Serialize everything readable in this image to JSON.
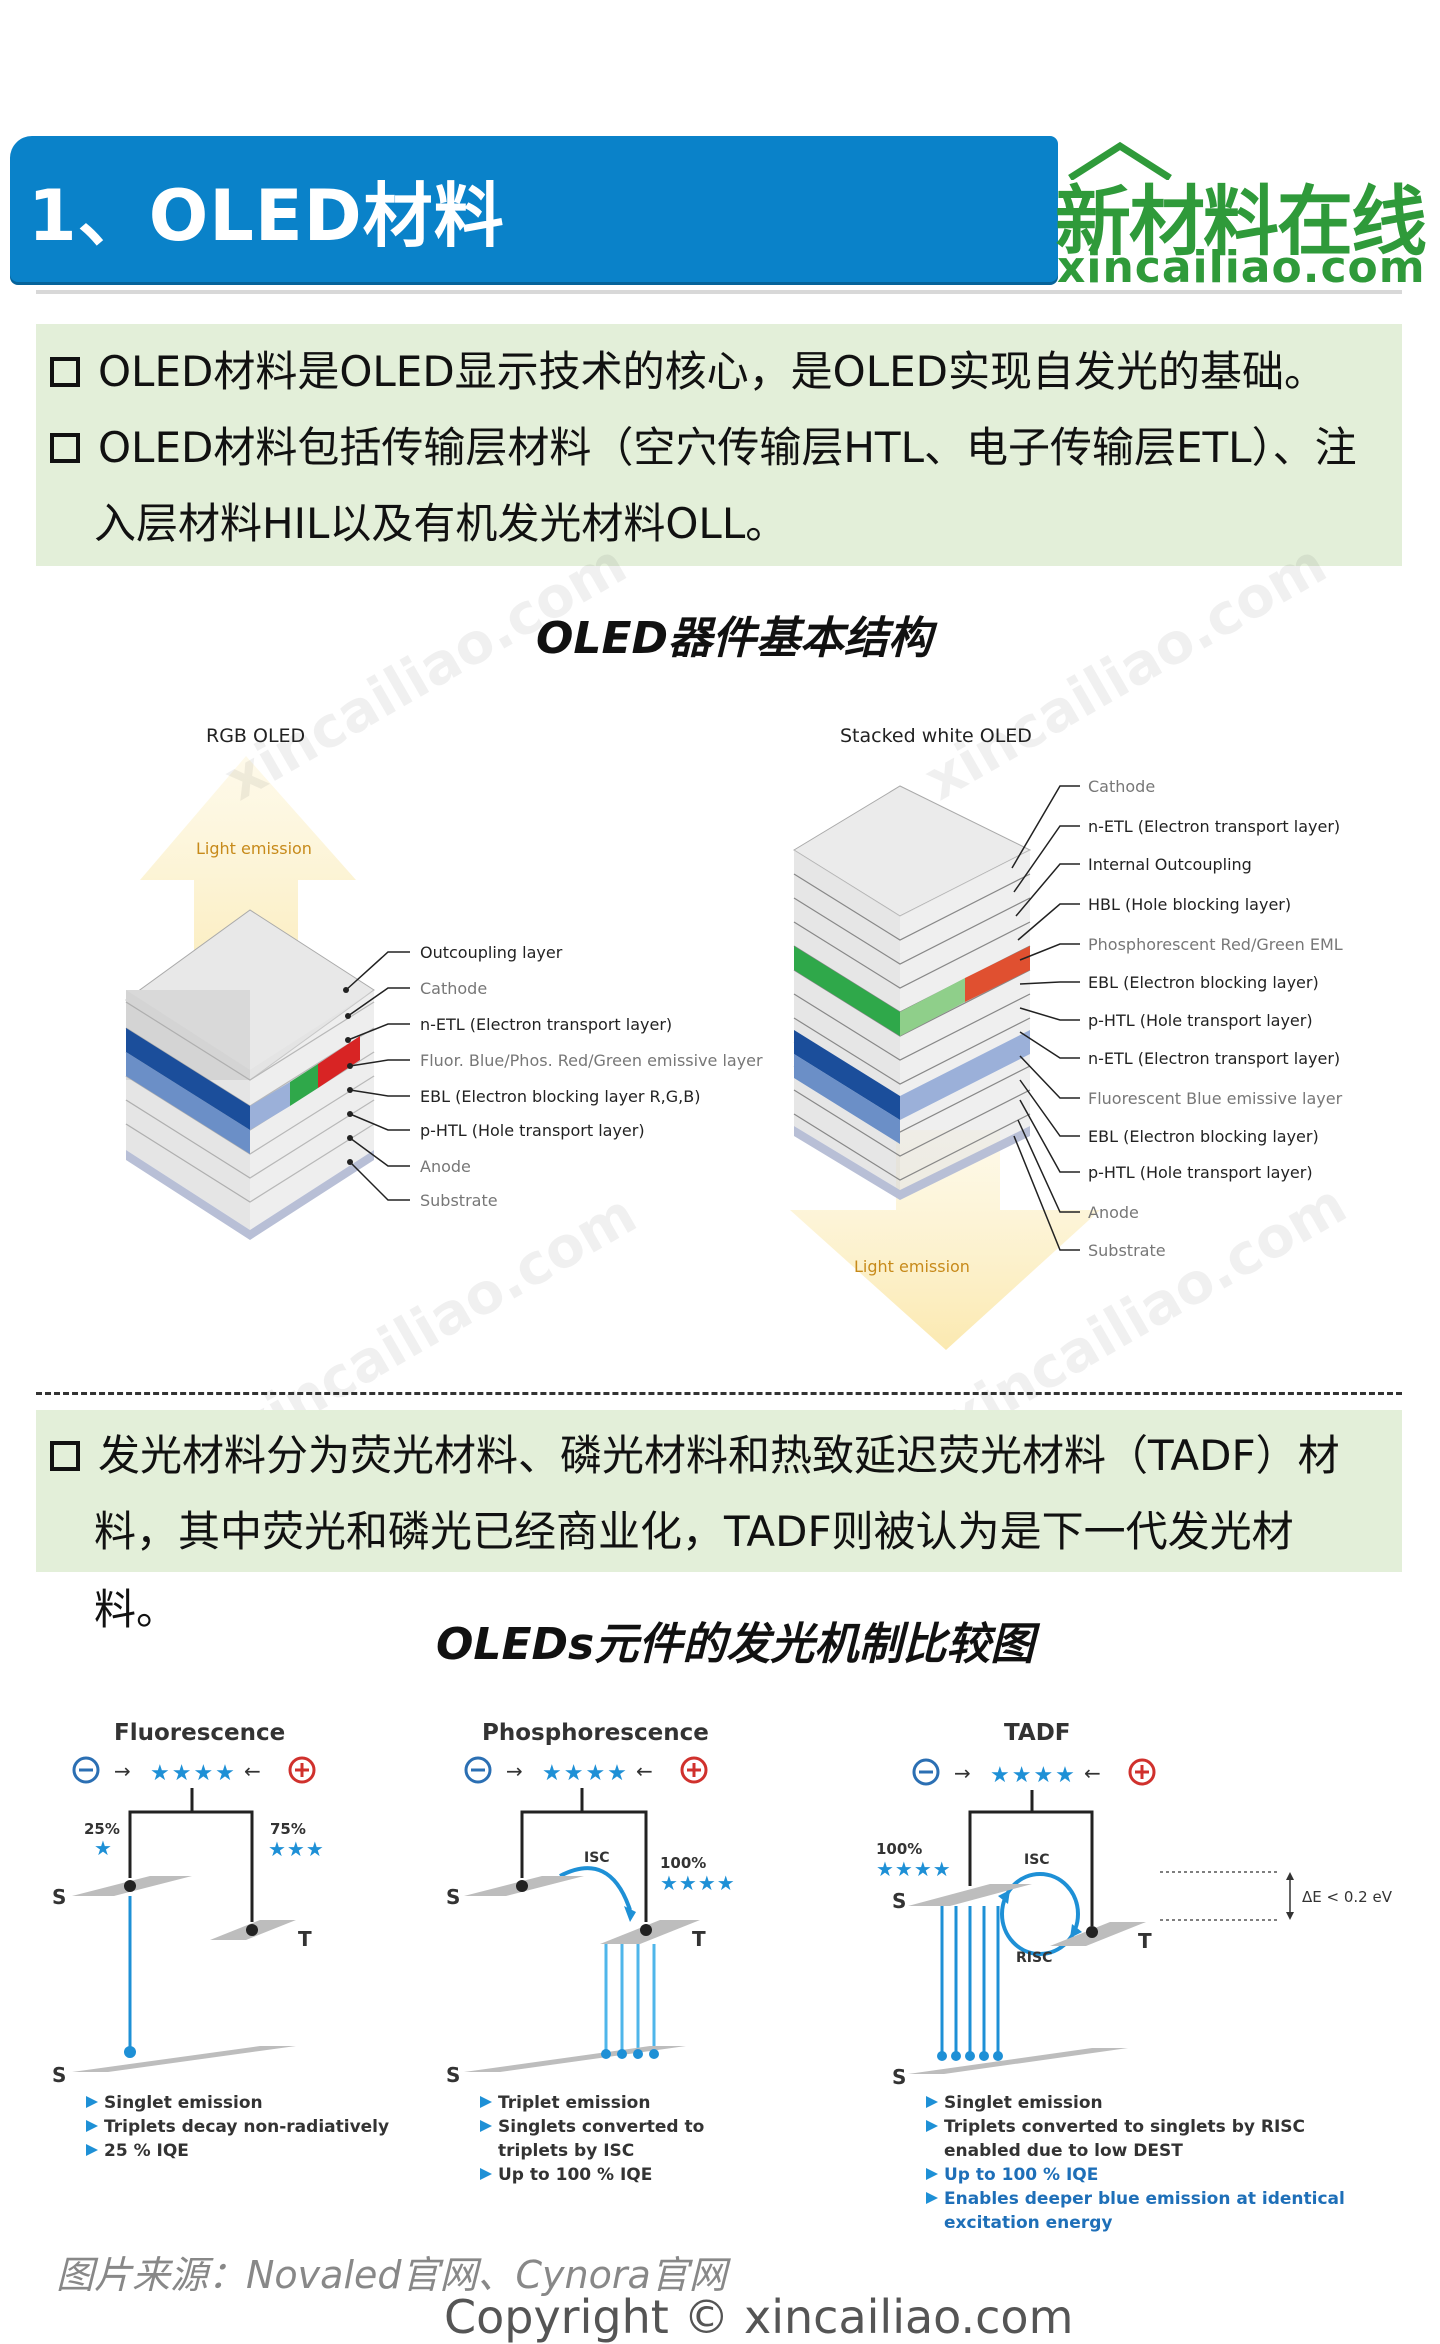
{
  "header": {
    "title": "1、OLED材料",
    "logo_cn": "新材料在线",
    "logo_en": "xincailiao.com"
  },
  "intro_bullets": [
    "OLED材料是OLED显示技术的核心，是OLED实现自发光的基础。",
    "OLED材料包括传输层材料（空穴传输层HTL、电子传输层ETL）、注",
    "入层材料HIL以及有机发光材料OLL。"
  ],
  "structure_section": {
    "title": "OLED器件基本结构",
    "rgb": {
      "title": "RGB OLED",
      "emission": "Light emission",
      "layers": [
        "Outcoupling layer",
        "Cathode",
        "n-ETL (Electron transport layer)",
        "Fluor. Blue/Phos. Red/Green emissive layer",
        "EBL (Electron blocking layer R,G,B)",
        "p-HTL (Hole transport layer)",
        "Anode",
        "Substrate"
      ]
    },
    "white": {
      "title": "Stacked white OLED",
      "emission": "Light emission",
      "layers": [
        "Cathode",
        "n-ETL (Electron transport layer)",
        "Internal Outcoupling",
        "HBL (Hole blocking layer)",
        "Phosphorescent Red/Green EML",
        "EBL (Electron blocking layer)",
        "p-HTL (Hole transport layer)",
        "n-ETL (Electron transport layer)",
        "Fluorescent Blue emissive layer",
        "EBL (Electron blocking layer)",
        "p-HTL (Hole transport layer)",
        "Anode",
        "Substrate"
      ]
    }
  },
  "emitter_bullets": [
    "发光材料分为荧光材料、磷光材料和热致延迟荧光材料（TADF）材",
    "料，其中荧光和磷光已经商业化，TADF则被认为是下一代发光材",
    "料。"
  ],
  "mechanism_section": {
    "title": "OLEDs元件的发光机制比较图",
    "panels": [
      {
        "title": "Fluorescence",
        "left_pct": "25%",
        "right_pct": "75%",
        "s1": "S",
        "t1": "T",
        "s0": "S",
        "notes": [
          "Singlet emission",
          "Triplets decay non-radiatively",
          "25 % IQE"
        ]
      },
      {
        "title": "Phosphorescence",
        "isc": "ISC",
        "right_pct": "100%",
        "s1": "S",
        "t1": "T",
        "s0": "S",
        "notes": [
          "Triplet emission",
          "Singlets converted to",
          "triplets by ISC",
          "Up to 100 % IQE"
        ]
      },
      {
        "title": "TADF",
        "left_pct": "100%",
        "isc": "ISC",
        "risc": "RISC",
        "delta": "ΔE < 0.2 eV",
        "s1": "S",
        "t1": "T",
        "s0": "S",
        "notes": [
          "Singlet emission",
          "Triplets converted to singlets by RISC",
          "enabled due to low DEST",
          "Up to 100 % IQE",
          "Enables deeper blue emission at identical",
          "excitation energy"
        ]
      }
    ]
  },
  "footer": {
    "caption": "图片来源：Novaled官网、Cynora官网",
    "copyright": "Copyright © xincailiao.com"
  },
  "colors": {
    "header_blue": "#0a82c9",
    "logo_green": "#2f9a3a",
    "bullet_box_green": "#e3efd9",
    "emission_blue": "#1e90d6"
  }
}
